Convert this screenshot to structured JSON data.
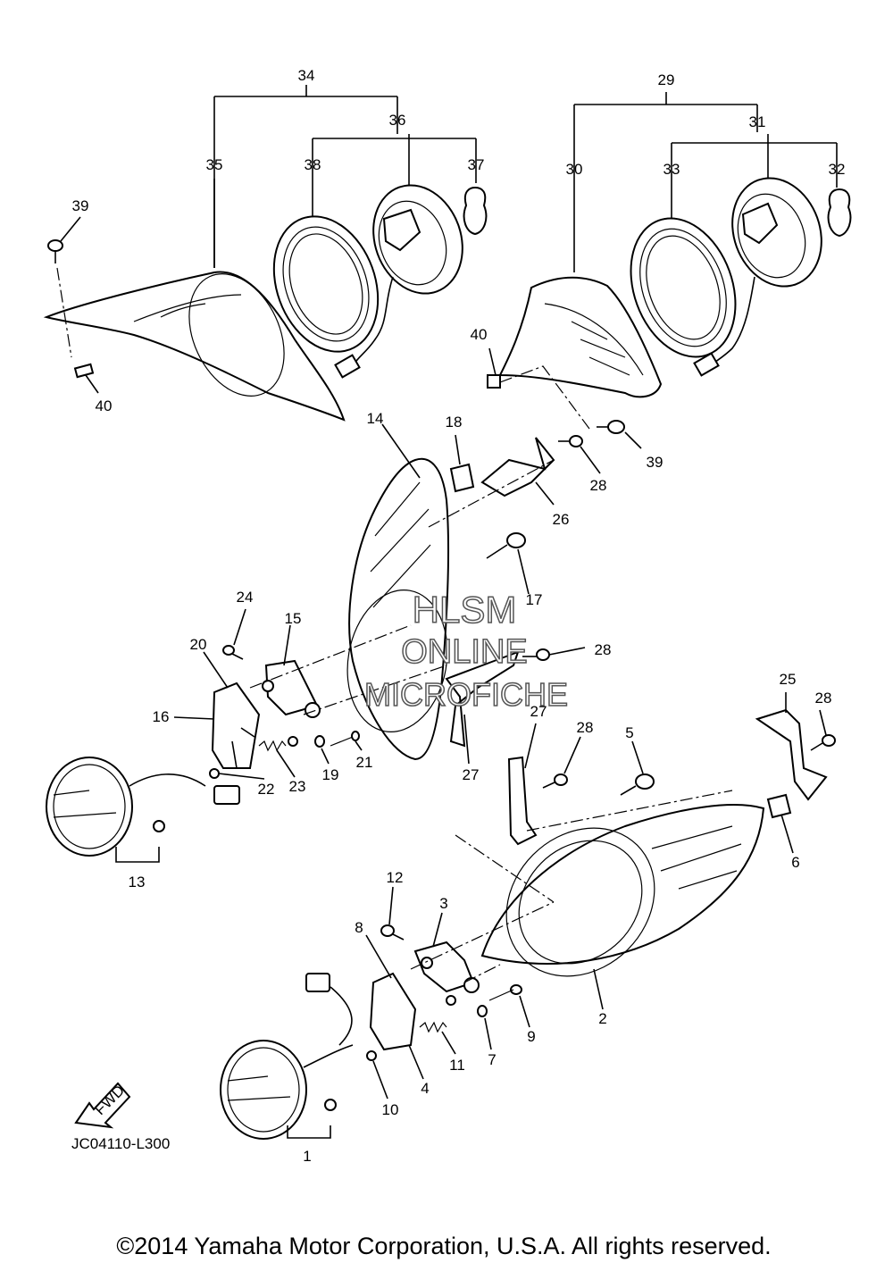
{
  "diagram": {
    "code": "JC04110-L300",
    "copyright": "©2014 Yamaha Motor Corporation, U.S.A. All rights reserved.",
    "watermark": [
      "HLSM",
      "ONLINE",
      "MICROFICHE"
    ],
    "fwd_label": "FWD"
  },
  "callouts": [
    {
      "id": "c34",
      "text": "34"
    },
    {
      "id": "c36",
      "text": "36"
    },
    {
      "id": "c35",
      "text": "35"
    },
    {
      "id": "c38",
      "text": "38"
    },
    {
      "id": "c37",
      "text": "37"
    },
    {
      "id": "c39a",
      "text": "39"
    },
    {
      "id": "c40a",
      "text": "40"
    },
    {
      "id": "c29",
      "text": "29"
    },
    {
      "id": "c31",
      "text": "31"
    },
    {
      "id": "c30",
      "text": "30"
    },
    {
      "id": "c33",
      "text": "33"
    },
    {
      "id": "c32",
      "text": "32"
    },
    {
      "id": "c40b",
      "text": "40"
    },
    {
      "id": "c39b",
      "text": "39"
    },
    {
      "id": "c14",
      "text": "14"
    },
    {
      "id": "c18",
      "text": "18"
    },
    {
      "id": "c28a",
      "text": "28"
    },
    {
      "id": "c26",
      "text": "26"
    },
    {
      "id": "c17",
      "text": "17"
    },
    {
      "id": "c24",
      "text": "24"
    },
    {
      "id": "c15",
      "text": "15"
    },
    {
      "id": "c20",
      "text": "20"
    },
    {
      "id": "c28b",
      "text": "28"
    },
    {
      "id": "c16",
      "text": "16"
    },
    {
      "id": "c19",
      "text": "19"
    },
    {
      "id": "c21",
      "text": "21"
    },
    {
      "id": "c22",
      "text": "22"
    },
    {
      "id": "c23",
      "text": "23"
    },
    {
      "id": "c27a",
      "text": "27"
    },
    {
      "id": "c27b",
      "text": "27"
    },
    {
      "id": "c25",
      "text": "25"
    },
    {
      "id": "c28c",
      "text": "28"
    },
    {
      "id": "c28d",
      "text": "28"
    },
    {
      "id": "c5",
      "text": "5"
    },
    {
      "id": "c13",
      "text": "13"
    },
    {
      "id": "c6",
      "text": "6"
    },
    {
      "id": "c12",
      "text": "12"
    },
    {
      "id": "c3",
      "text": "3"
    },
    {
      "id": "c8",
      "text": "8"
    },
    {
      "id": "c2",
      "text": "2"
    },
    {
      "id": "c9",
      "text": "9"
    },
    {
      "id": "c7",
      "text": "7"
    },
    {
      "id": "c11",
      "text": "11"
    },
    {
      "id": "c4",
      "text": "4"
    },
    {
      "id": "c10",
      "text": "10"
    },
    {
      "id": "c1",
      "text": "1"
    }
  ]
}
